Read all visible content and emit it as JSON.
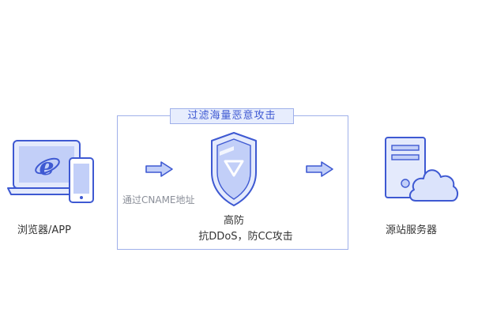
{
  "box": {
    "title": "过滤海量恶意攻击"
  },
  "client": {
    "label": "浏览器/APP"
  },
  "path": {
    "label": "通过CNAME地址"
  },
  "shield": {
    "title": "高防",
    "subtitle": "抗DDoS，防CC攻击"
  },
  "server": {
    "label": "源站服务器"
  },
  "colors": {
    "accent": "#3e59d2",
    "light": "#dbe3fb",
    "border": "#9fb0ea"
  }
}
